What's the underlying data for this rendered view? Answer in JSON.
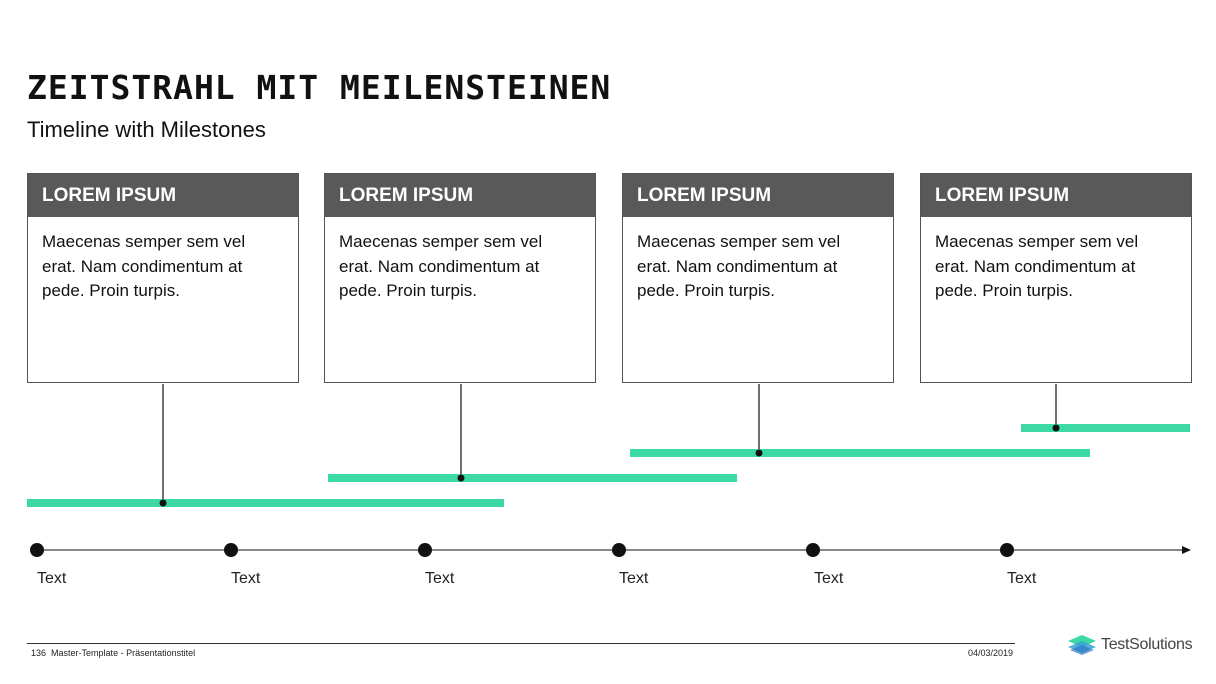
{
  "header": {
    "title": "ZEITSTRAHL MIT MEILENSTEINEN",
    "subtitle": "Timeline with Milestones"
  },
  "cards": [
    {
      "heading": "LOREM IPSUM",
      "lines": [
        "Maecenas semper sem vel",
        "erat. Nam condimentum  at",
        "pede. Proin turpis."
      ]
    },
    {
      "heading": "LOREM IPSUM",
      "lines": [
        "Maecenas semper sem vel",
        "erat. Nam condimentum  at",
        "pede. Proin turpis."
      ]
    },
    {
      "heading": "LOREM IPSUM",
      "lines": [
        "Maecenas semper sem vel",
        "erat. Nam condimentum  at",
        "pede. Proin turpis."
      ]
    },
    {
      "heading": "LOREM IPSUM",
      "lines": [
        "Maecenas semper sem vel",
        "erat. Nam condimentum  at",
        "pede. Proin turpis."
      ]
    }
  ],
  "timeline": {
    "tick_labels": [
      "Text",
      "Text",
      "Text",
      "Text",
      "Text",
      "Text"
    ]
  },
  "colors": {
    "accent": "#3dd9a4",
    "card_header": "#595959",
    "line": "#111111"
  },
  "footer": {
    "page_number": "136",
    "template_title": "Master-Template - Präsentationstitel",
    "date": "04/03/2019",
    "logo_text": "TestSolutions"
  }
}
